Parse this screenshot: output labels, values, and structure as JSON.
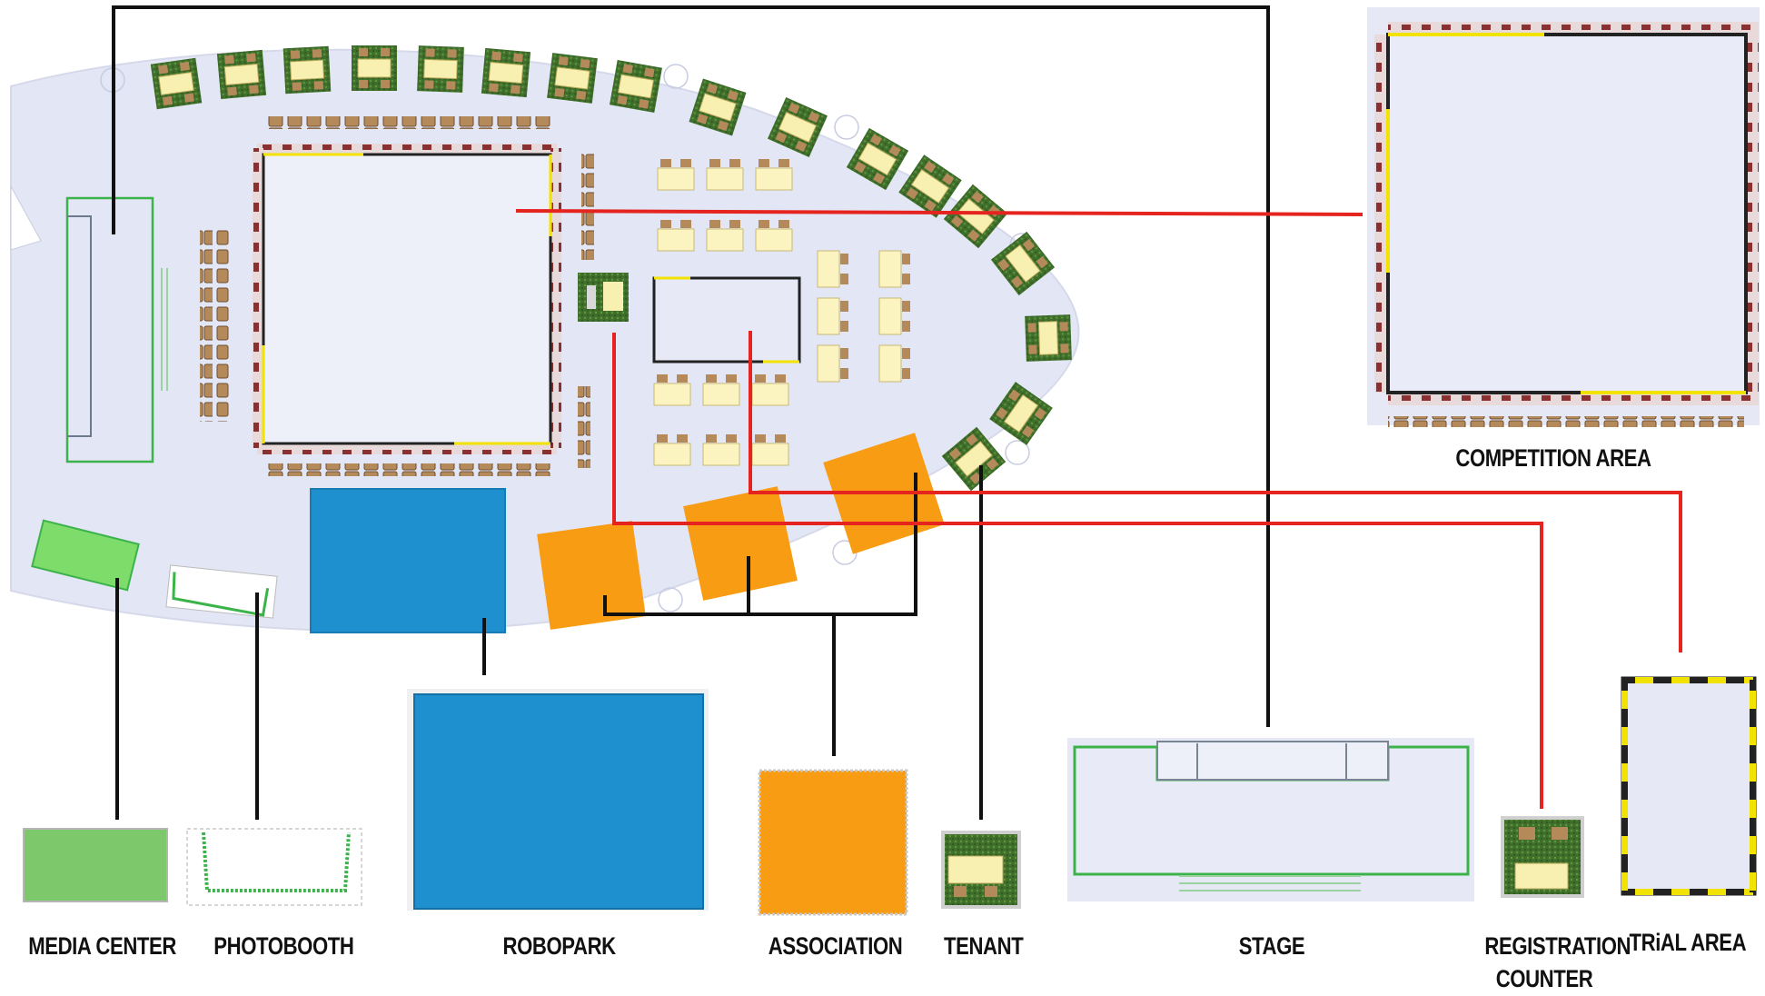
{
  "labels": {
    "competition_area": "COMPETITION AREA",
    "media_center": "MEDIA CENTER",
    "photobooth": "PHOTOBOOTH",
    "robopark": "ROBOPARK",
    "association": "ASSOCIATION",
    "tenant": "TENANT",
    "stage": "STAGE",
    "registration_line1": "REGISTRATION",
    "registration_line2": "COUNTER",
    "trial_area": "TRiAL AREA"
  },
  "colors": {
    "floor": "#e3e6f5",
    "robopark_blue": "#1e8fcf",
    "association_orange": "#f89c14",
    "media_green": "#7cc86a",
    "booth_green": "#3a6b26",
    "table_cream": "#f8f0b0",
    "chair_brown": "#b48a5a",
    "red_line": "#e52420",
    "black_line": "#111111",
    "hazard_yellow": "#f2e200"
  }
}
